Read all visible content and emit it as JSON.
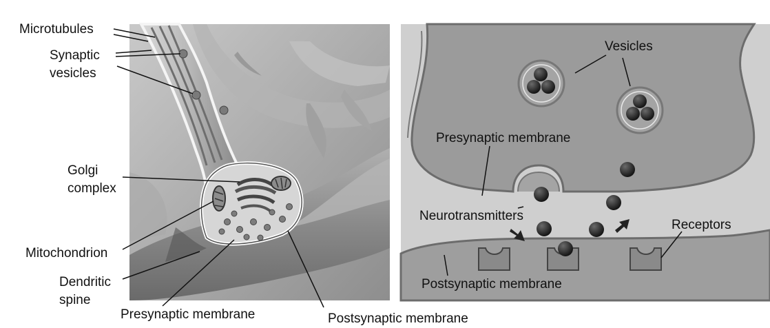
{
  "left_panel": {
    "labels": {
      "microtubules": "Microtubules",
      "synaptic_vesicles_1": "Synaptic",
      "synaptic_vesicles_2": "vesicles",
      "golgi_1": "Golgi",
      "golgi_2": "complex",
      "mitochondrion": "Mitochondrion",
      "dendritic_1": "Dendritic",
      "dendritic_2": "spine",
      "presynaptic": "Presynaptic membrane",
      "postsynaptic": "Postsynaptic membrane"
    }
  },
  "right_panel": {
    "labels": {
      "vesicles": "Vesicles",
      "presynaptic": "Presynaptic membrane",
      "neurotransmitters": "Neurotransmitters",
      "receptors": "Receptors",
      "postsynaptic": "Postsynaptic membrane"
    }
  },
  "colors": {
    "background_tissue": "#a9a9a9",
    "membrane_fill": "#9e9e9e",
    "membrane_edge": "#5a5a5a",
    "molecule": "#2a2a2a"
  }
}
